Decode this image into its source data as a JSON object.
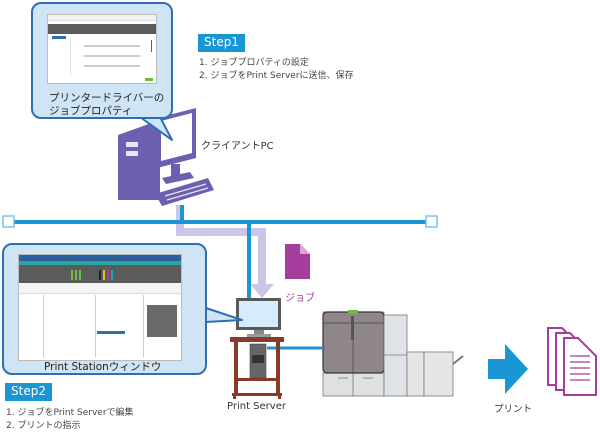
{
  "step1": {
    "badge": "Step1",
    "lines": [
      "1. ジョブプロパティの設定",
      "2. ジョブをPrint Serverに送信、保存"
    ]
  },
  "step2": {
    "badge": "Step2",
    "lines": [
      "1. ジョブをPrint Serverで編集",
      "2. プリントの指示"
    ]
  },
  "driver_bubble": {
    "label_line1": "プリンタードライバーの",
    "label_line2": "ジョブプロパティ"
  },
  "station_bubble": {
    "label": "Print Stationウィンドウ"
  },
  "labels": {
    "client_pc": "クライアントPC",
    "job": "ジョブ",
    "print_server": "Print Server",
    "print": "プリント"
  },
  "icons": {
    "client_pc": "desktop-computer-icon",
    "job": "document-icon",
    "print_server": "server-workstation-icon",
    "printer": "production-printer-icon",
    "print_arrow": "arrow-right-icon",
    "output": "printed-pages-icon"
  },
  "colors": {
    "network": "#1a96d4",
    "job_flow": "#c9c6e6",
    "client_pc": "#6c5fb0",
    "job_doc": "#a43d9b",
    "bubble_fill": "#cfe4f5",
    "bubble_border": "#2e6fb4",
    "server_frame": "#8b3a2a",
    "step_badge": "#1a96d4"
  }
}
